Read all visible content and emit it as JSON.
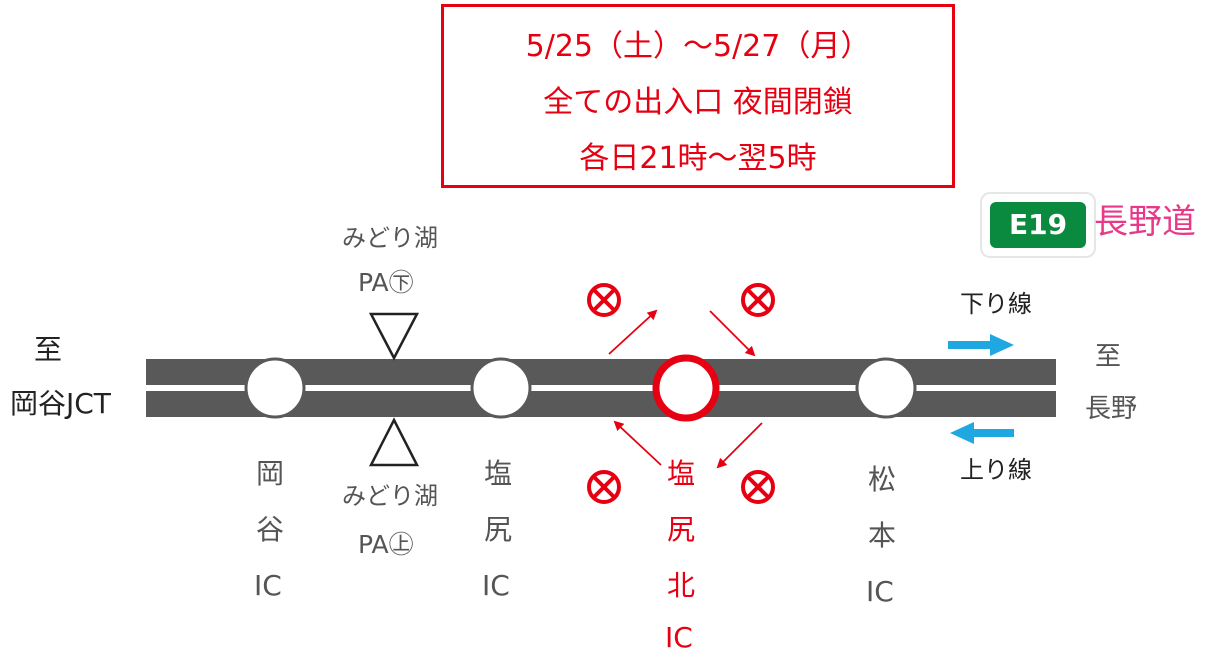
{
  "notice": {
    "line1": "5/25（土）～5/27（月）",
    "line2": "全ての出入口 夜間閉鎖",
    "line3": "各日21時～翌5時",
    "color": "#e60012"
  },
  "route": {
    "badge": "E19",
    "name": "長野道",
    "badge_color": "#0a8a3e",
    "name_color": "#e8388a"
  },
  "ends": {
    "west_to": "至",
    "west_name": "岡谷JCT",
    "east_to": "至",
    "east_name": "長野"
  },
  "directions": {
    "down": "下り線",
    "up": "上り線",
    "arrow_color": "#1ea7e1"
  },
  "parking": {
    "name_top": "みどり湖",
    "label_top": "PA㊦",
    "name_bottom": "みどり湖",
    "label_bottom": "PA㊤"
  },
  "interchanges": {
    "okaya": [
      "岡",
      "谷",
      "IC"
    ],
    "shiojiri": [
      "塩",
      "尻",
      "IC"
    ],
    "shiojiri_kita": [
      "塩",
      "尻",
      "北",
      "IC"
    ],
    "matsumoto": [
      "松",
      "本",
      "IC"
    ]
  },
  "closed_icon": "closed-circle-x-icon"
}
